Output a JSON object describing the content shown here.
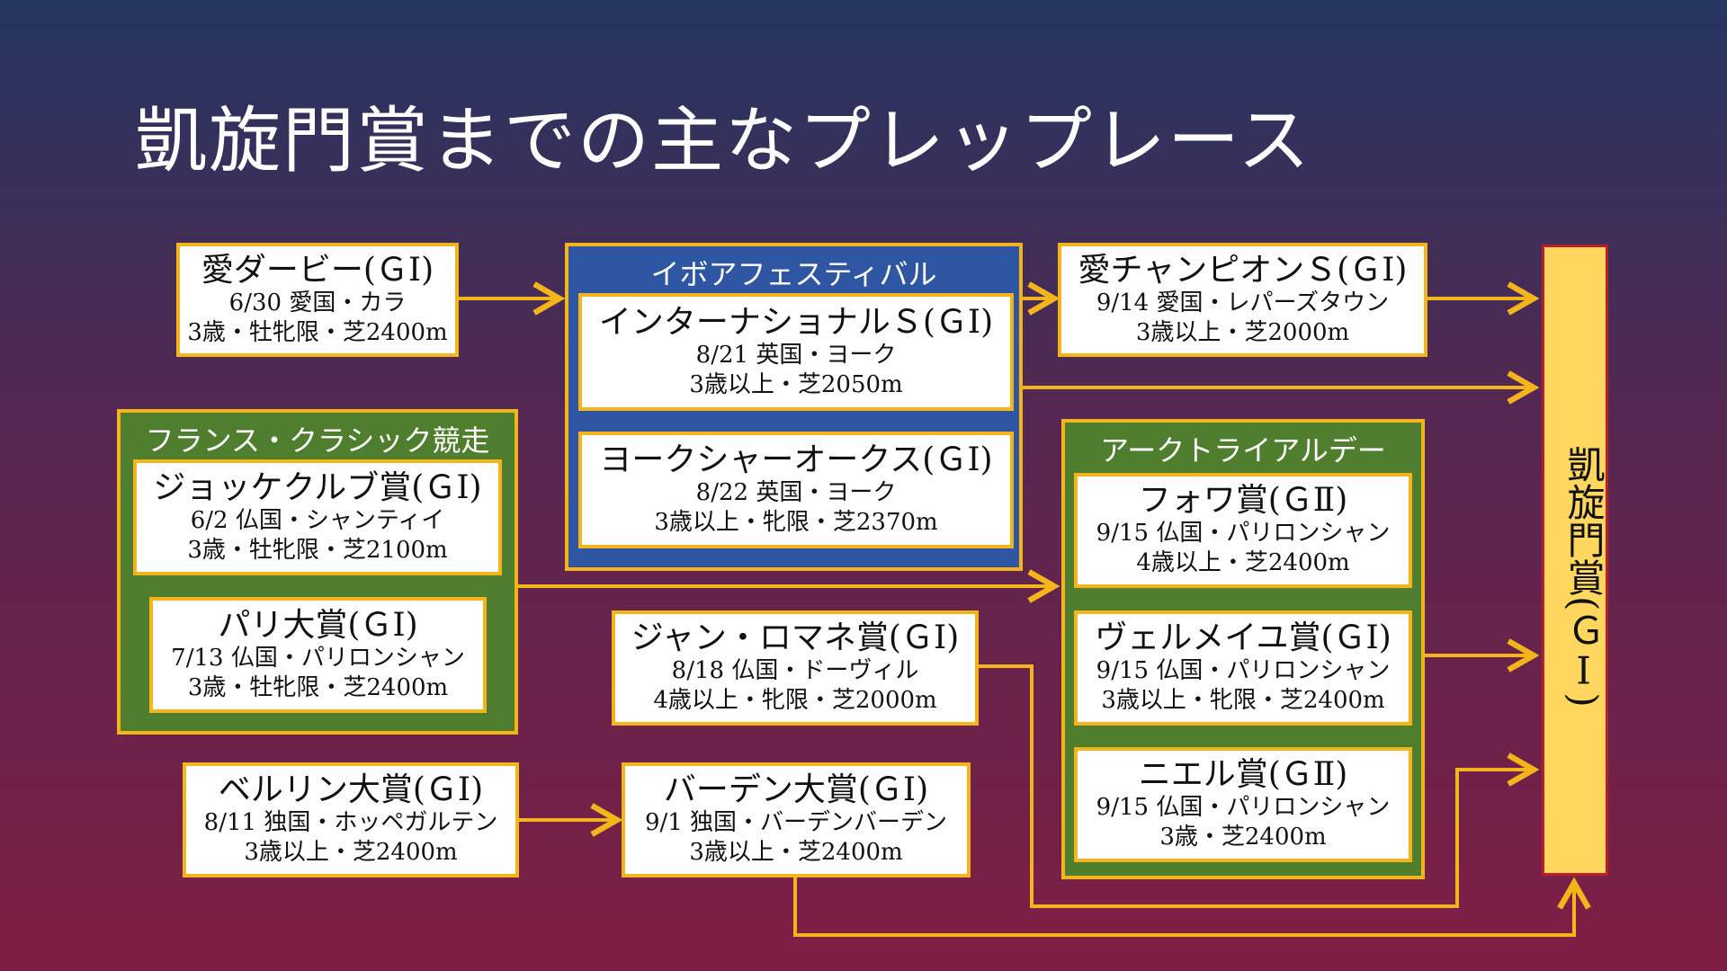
{
  "title": "凱旋門賞までの主なプレップレース",
  "target": "凱旋門賞(ＧⅠ)",
  "groups": {
    "ireland_festival": "イボアフェスティバル",
    "france_classic": "フランス・クラシック競走",
    "arc_trial_day": "アークトライアルデー"
  },
  "races": {
    "irish_derby": {
      "name": "愛ダービー(ＧⅠ)",
      "line1": "6/30 愛国・カラ",
      "line2": "3歳・牡牝限・芝2400m"
    },
    "international": {
      "name": "インターナショナルＳ(ＧⅠ)",
      "line1": "8/21 英国・ヨーク",
      "line2": "3歳以上・芝2050m"
    },
    "yorkshire_oaks": {
      "name": "ヨークシャーオークス(ＧⅠ)",
      "line1": "8/22 英国・ヨーク",
      "line2": "3歳以上・牝限・芝2370m"
    },
    "irish_champion": {
      "name": "愛チャンピオンＳ(ＧⅠ)",
      "line1": "9/14 愛国・レパーズタウン",
      "line2": "3歳以上・芝2000m"
    },
    "jockey_club": {
      "name": "ジョッケクルブ賞(ＧⅠ)",
      "line1": "6/2 仏国・シャンティイ",
      "line2": "3歳・牡牝限・芝2100m"
    },
    "grand_prix_paris": {
      "name": "パリ大賞(ＧⅠ)",
      "line1": "7/13 仏国・パリロンシャン",
      "line2": "3歳・牡牝限・芝2400m"
    },
    "jean_romanet": {
      "name": "ジャン・ロマネ賞(ＧⅠ)",
      "line1": "8/18 仏国・ドーヴィル",
      "line2": "4歳以上・牝限・芝2000m"
    },
    "foy": {
      "name": "フォワ賞(ＧⅡ)",
      "line1": "9/15 仏国・パリロンシャン",
      "line2": "4歳以上・芝2400m"
    },
    "vermeille": {
      "name": "ヴェルメイユ賞(ＧⅠ)",
      "line1": "9/15 仏国・パリロンシャン",
      "line2": "3歳以上・牝限・芝2400m"
    },
    "niel": {
      "name": "ニエル賞(ＧⅡ)",
      "line1": "9/15 仏国・パリロンシャン",
      "line2": "3歳・芝2400m"
    },
    "berlin": {
      "name": "ベルリン大賞(ＧⅠ)",
      "line1": "8/11 独国・ホッペガルテン",
      "line2": "3歳以上・芝2400m"
    },
    "baden": {
      "name": "バーデン大賞(ＧⅠ)",
      "line1": "9/1 独国・バーデンバーデン",
      "line2": "3歳以上・芝2400m"
    }
  },
  "colors": {
    "box_border": "#f3b51b",
    "arrow": "#f3b51b",
    "group_blue": "#2f56a2",
    "group_green": "#4f7f2e",
    "target_fill": "#ffd65e",
    "target_border": "#b81e2c"
  }
}
